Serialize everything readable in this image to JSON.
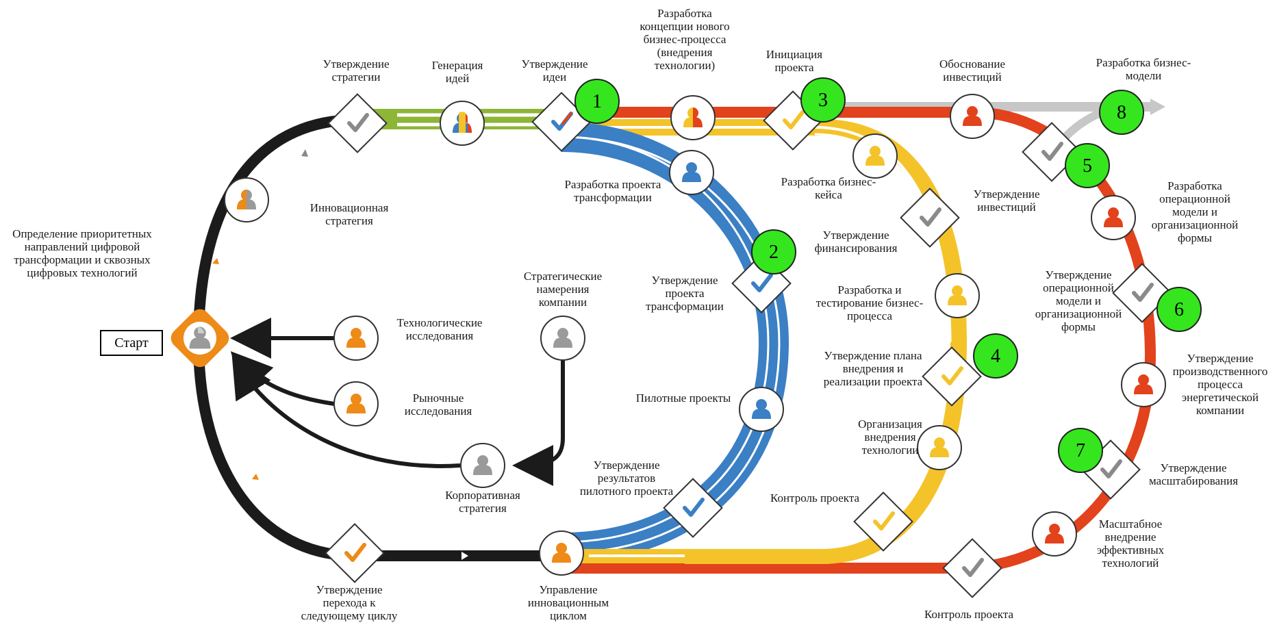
{
  "start": "Старт",
  "colors": {
    "black": "#1b1b1b",
    "green": "#8db536",
    "orange_red": "#e2421c",
    "yellow": "#f4c32a",
    "blue": "#3b7fc4",
    "gray": "#bdbdbd",
    "accent_orange": "#ee8a17",
    "badge_green": "#35e61e"
  },
  "labels": {
    "priority": "Определение приоритетных\nнаправлений цифровой\nтрансформации и сквозных\nцифровых технологий",
    "approve_strategy": "Утверждение\nстратегии",
    "idea_gen": "Генерация\nидей",
    "approve_idea": "Утверждение\nидеи",
    "new_process": "Разработка\nконцепции нового\nбизнес-процесса\n(внедрения\nтехнологии)",
    "initiation": "Инициация\nпроекта",
    "invest_just": "Обоснование\nинвестиций",
    "biz_model": "Разработка бизнес-\nмодели",
    "innov_strategy": "Инновационная\nстратегия",
    "transform_dev": "Разработка проекта\nтрансформации",
    "biz_case": "Разработка бизнес-\nкейса",
    "approve_invest": "Утверждение\nинвестиций",
    "op_model_dev": "Разработка\nоперационной\nмодели и\nорганизационной\nформы",
    "approve_funding": "Утверждение\nфинансирования",
    "approve_transform": "Утверждение\nпроекта\nтрансформации",
    "strategic_intent": "Стратегические\nнамерения\nкомпании",
    "tech_research": "Технологические\nисследования",
    "market_research": "Рыночные\nисследования",
    "biz_proc_dev": "Разработка и\nтестирование бизнес-\nпроцесса",
    "approve_op_model": "Утверждение\nоперационной\nмодели и\nорганизационной\nформы",
    "approve_plan": "Утверждение плана\nвнедрения и\nреализации проекта",
    "pilot": "Пилотные проекты",
    "approve_prod": "Утверждение\nпроизводственного\nпроцесса\nэнергетической\nкомпании",
    "org_impl": "Организация\nвнедрения\nтехнологии",
    "approve_pilot": "Утверждение\nрезультатов\nпилотного проекта",
    "approve_scale": "Утверждение\nмасштабирования",
    "corp_strategy": "Корпоративная\nстратегия",
    "project_control_1": "Контроль проекта",
    "scale_impl": "Масштабное\nвнедрение\nэффективных\nтехнологий",
    "approve_next": "Утверждение\nперехода к\nследующему циклу",
    "innov_mgmt": "Управление\nинновационным\nциклом",
    "project_control_2": "Контроль проекта"
  },
  "badges": [
    "1",
    "2",
    "3",
    "4",
    "5",
    "6",
    "7",
    "8"
  ]
}
